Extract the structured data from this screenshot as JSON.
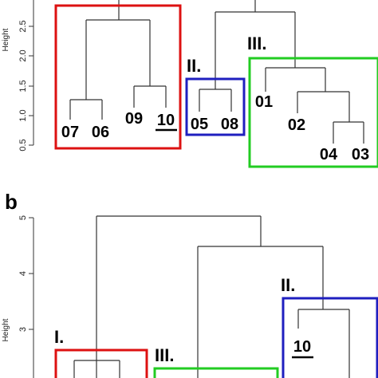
{
  "panel_b_label": "b",
  "panel_a": {
    "axis_title": "Height",
    "ticks": [
      "0.5",
      "1.0",
      "1.5",
      "2.0",
      "2.5"
    ],
    "clusters": [
      {
        "name": "II.",
        "color": "#1f1fbf"
      },
      {
        "name": "III.",
        "color": "#22cc22"
      }
    ],
    "cluster_i_color": "#dd1111",
    "leaves": [
      "07",
      "06",
      "09",
      "10",
      "05",
      "08",
      "01",
      "02",
      "04",
      "03"
    ],
    "underlined_leaf": "10"
  },
  "panel_b": {
    "axis_title": "Height",
    "ticks": [
      "3",
      "4",
      "5"
    ],
    "clusters": [
      {
        "name": "I.",
        "color": "#dd1111"
      },
      {
        "name": "III.",
        "color": "#22cc22"
      },
      {
        "name": "II.",
        "color": "#1f1fbf"
      }
    ],
    "leaves": [
      "10"
    ],
    "underlined_leaf": "10"
  }
}
